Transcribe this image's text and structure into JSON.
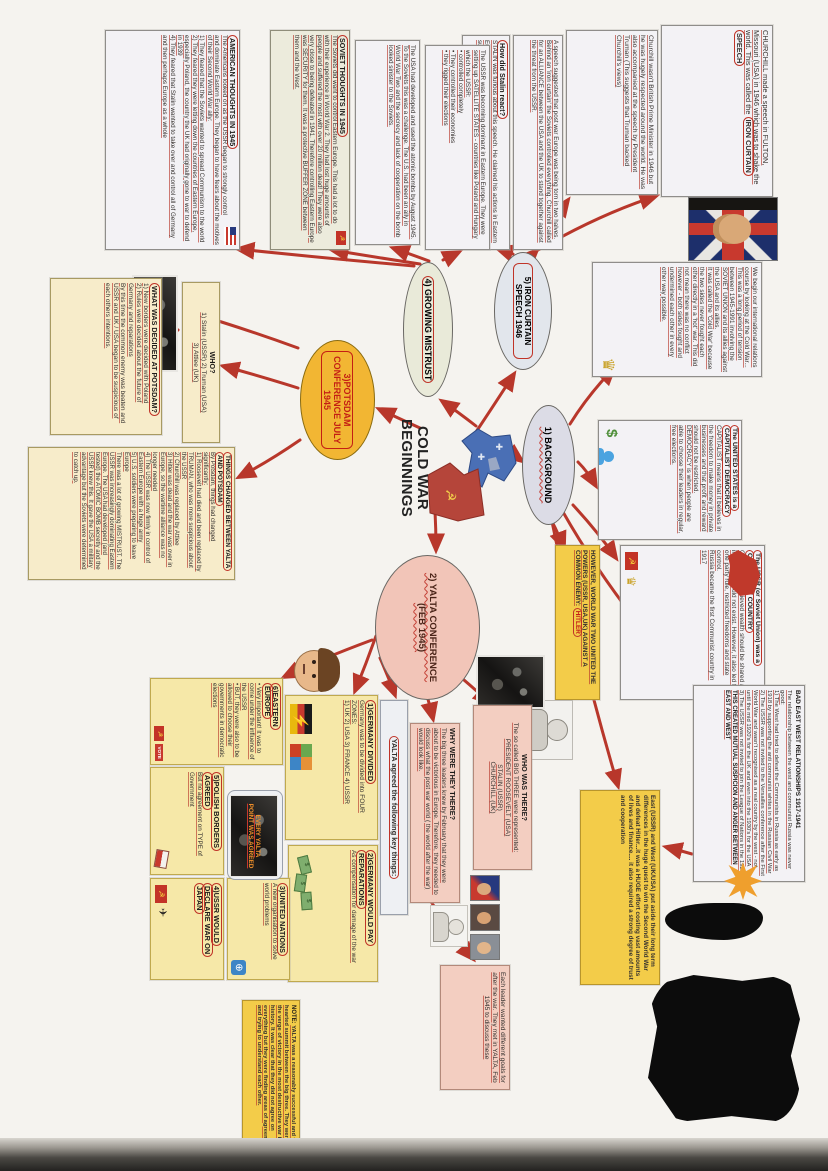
{
  "page": {
    "title": "COLD WAR\nBEGINNINGS"
  },
  "colors": {
    "accent_red": "#b8372b",
    "highlight_yellow": "#f3cc49",
    "pink": "#f3cec1",
    "page": "#f5f3ef"
  },
  "background": {
    "oval_label": "1) BACKGROUND",
    "intro_body": "We begin our international relations course by looking at the Cold War... This was a long period of tension between 1945-1991 involving the SOVIET UNION and its allies against the USA and its allies.\nIt was called the 'Cold War' because the two sides never fought each other directly in a 'hot' war. This did not mean there was no conflict however - both sides fought and undermined each other in every other way possible.",
    "capitalist_title": "The UNITED STATES is a CAPITALIST DEMOCRACY",
    "capitalist_body": "CAPITALIST means that it believes in the freedom to make money in private businesses and that profit and reward should not be restricted.\nDEMOCRACY is when people are able to choose their leaders in regular, free elections.",
    "communist_title": "The USSR (or Soviet Union) was a COMMUNIST COUNTRY",
    "communist_body": "Communists believed wealth should be shared and inequality should not exist. However, it also led to one party rule, restricted freedoms and state control.\nRussia became the first Communist country in 1917",
    "bad_title": "BAD EAST WEST RELATIONSHIPS 1917-1941",
    "bad_body": "The relationship between the west and communist Russia was never good:\n1) The West had tried to defeat the Communists in Russia as early as 1918 by supporting the anti communist whites in the Russian Civil War\n2) The USSR was not invited to the Versailles conference after the First World War and wasn't recognised as a real country by the west - not until the mid 1920's for the UK and even into the 1930's for the USA\n3) The USSR was not invited to join the League of Nations in the 1920's",
    "bad_footer": "THIS CREATED MUTUAL SUSPICION AND ANGER BETWEEN EAST AND WEST",
    "however_pre": "HOWEVER, WORLD WAR TWO UNITED THE POWERS (USSR, USA,UK) AGAINST A COMMON ENEMY:",
    "however_boxed": "HITLER",
    "east_west_body": "East (USSR) and West (UK/USA) put aside their long term differences in the huge quest to win the Second World War and defeat Hitler...it was a HUGE effort costing vast amounts of lives and finance.... it also required a strong degree of trust and cooperation"
  },
  "iron_curtain": {
    "oval_label": "5) IRON CURTAIN SPEECH 1946",
    "headline_pre": "CHURCHILL made a speech in FULTON, Missouri (USA) in 1946 which was to shake the world. This was called the",
    "headline_boxed": "IRON CURTAIN SPEECH",
    "pm_body": "Churchill wasn't British Prime Minister in 1946 but he was hugely respected around the world. He was also accompanied at the speech by President Truman (This suggests that Truman backed Churchill's views)",
    "speech_body": "A speech suggested that post war Europe was being torn in two halves. Behind an 'iron curtain' the Soviets controlled everything. Churchill called for an ALLIANCE between the USA and the UK to stand together against the threat from the USSR.",
    "stalin_title": "How did Stalin react?",
    "stalin_body": "STALIN was furious about this speech. He claimed his actions in Eastern Europe were purely defensive and understandable after so much suffering."
  },
  "mistrust": {
    "oval_label": "4) GROWING MISTRUST",
    "satellite_body": "The USSR was becoming dominant in Eastern Europe. They were setting up SATELLITE STATES - countries like Poland and Hungary which the USSR:\n• controlled completely\n• They controlled their economies\n• they rigged their elections",
    "atomic_body": "The USA had developed and used the atomic bombs by August 1945. To the Soviets this was a challenge. The U.S. had been an ally in World War Two and the secrecy and lack of cooperation on the bomb looked sinister to the Soviets.",
    "soviet_title": "SOVIET THOUGHTS IN 1945",
    "soviet_body": "The Soviets did want to control Eastern Europe. This had a lot to do with their experience in World War 2. They had lost huge amounts of people and suffered the most with over 20 million dead! They were also very close to being defeated in 1941. Therefore controlling Eastern Europe was SECURITY for them. It was a protective BUFFER ZONE between them and the West.",
    "american_title": "AMERICAN THOUGHTS IN 1945",
    "american_body": "The Americans looked on as the USSR began to strongly control and dominate Eastern Europe. They began to have fears about the motives of their Second World War ally:\n1) They feared that the Soviets wanted to spread Communism to the world\n2) They feared they were letting down the countries of Eastern Europe, especially Poland, the country the UK had originally gone to war to defend in 1939\n4) They feared that Stalin wanted to take over and control all of Germany and then perhaps Europe as a whole"
  },
  "potsdam": {
    "oval_label": "3)POTSDAM CONFERENCE JULY 1945",
    "who_title": "WHO?",
    "who_body": "1) Stalin (USSR) 2) Truman (USA)\n3) Attlee (UK)",
    "what_title": "WHAT WAS DECIDED AT POTSDAM?",
    "what_body": "1) New borders were decided with Poland\n2) Rules were decided about the future of Germany and reparations\nBy this time the common enemy was beaten and USSR and UK / USA began to be suspicious of each others intentions.",
    "things_title": "THINGS CHANGED BETWEEN YALTA AND POTSDAM",
    "things_body": "By Potsdam, things had changed significantly:\n1) Roosevelt had died and been replaced by TRUMAN, who was more suspicious about the USSR\n2) Churchill was replaced by Attlee\n3) Hitler was dead and the war was over in Europe, so the wartime alliance was no longer needed\n4) The USSR was now firmly in control of Eastern Europe with a huge army\n5) U.S. soldiers were preparing to leave Europe\nThere was a lot of growing MISTRUST. The USSR was increasingly dominating Eastern Europe. The USA had developed (and tested) the ATOMIC BOMB secretly and the USSR knew this. It gave the USA a military advantage but the Soviets were determined to catch up."
  },
  "yalta": {
    "oval_label": "2) YALTA CONFERENCE (FEB 1945)",
    "who_title": "WHO WAS THERE?",
    "who_body": "The so called BIG THREE were represented:\nPRESIDENT ROOSEVELT (USA)\nSTALIN (USSR)\nCHURCHILL (UK)",
    "why_title": "WHY WERE THEY THERE?",
    "why_body": "The big three leaders knew by February that they were about to be victorious in Europe. Therefore, they needed to discuss what the post war world ( the world after the war) would look like.",
    "each_body": "Each leader wanted different goals for after the war. They met in YALTA, Feb 1945 to discuss these",
    "agreed_label": "YALTA agreed the following key things:",
    "photo_caption": "EVERY YALTA\nPOINT WAS AGREED",
    "note_title": "NOTE:",
    "note_body": "YALTA was a reasonably successful and warm hearted summit between the big three. They were on the verge of victory in the most destructive war in history. It was clear that they did not agree on everything but they were finding areas of agreement and trying to understand each other."
  },
  "agreements": {
    "g1_title": "1)GERMANY DIVIDED",
    "g1_body": "Germany was to be divided into FOUR ZONES:\n1) UK 2) USA 3) FRANCE 4) USSR",
    "g2_title": "2)GERMANY WOULD PAY REPARATIONS",
    "g2_body": "As compensation for damage of the war",
    "g3_title": "3)UNITED NATIONS",
    "g3_body": "A new organisation to solve world problems",
    "g4_title": "4)USSR WOULD DECLARE WAR ON JAPAN",
    "g5_title": "5)POLISH BORDERS AGREED",
    "g5_body": "But no agreement on TYPE of Government",
    "g6_title": "6)EASTERN EUROPE",
    "g6_body": "• Very important! It was to come under the influence of the USSR\n• BUT, they were also to be allowed to choose their governments in democratic elections"
  },
  "icons": {
    "vote": "VOTE",
    "hammer_sickle": "☭",
    "dollar": "$",
    "chess_king": "♛",
    "plane": "✈",
    "un_globe": "⊕",
    "bolt": "⚡"
  }
}
